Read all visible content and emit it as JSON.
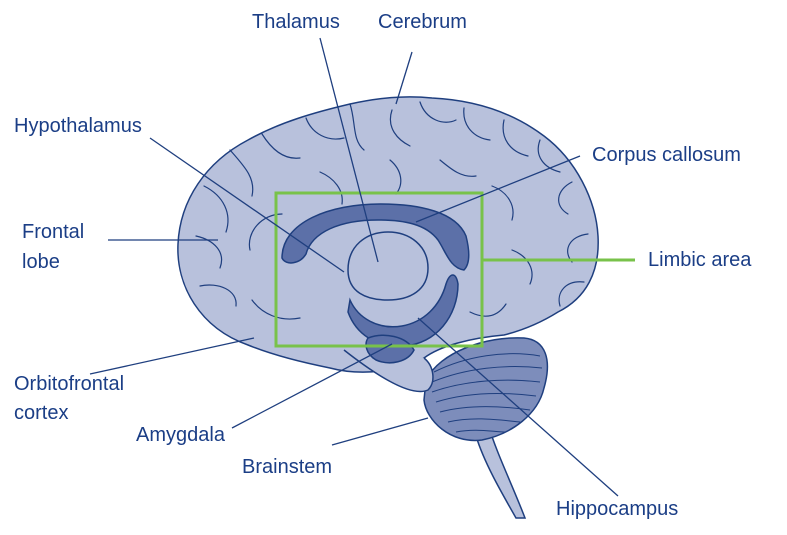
{
  "diagram": {
    "colors": {
      "text": "#1b3e86",
      "outline": "#1f3f7f",
      "brain_fill": "#b8c1dc",
      "deep_fill": "#5c70a8",
      "cerebellum_fill": "#7d8dbb",
      "limbic_box": "#78c24a"
    },
    "labels": {
      "thalamus": "Thalamus",
      "cerebrum": "Cerebrum",
      "hypothalamus": "Hypothalamus",
      "corpus_callosum": "Corpus callosum",
      "frontal_lobe": [
        "Frontal",
        "lobe"
      ],
      "limbic_area": "Limbic area",
      "orbitofrontal_cortex": [
        "Orbitofrontal",
        "cortex"
      ],
      "amygdala": "Amygdala",
      "brainstem": "Brainstem",
      "hippocampus": "Hippocampus"
    }
  }
}
